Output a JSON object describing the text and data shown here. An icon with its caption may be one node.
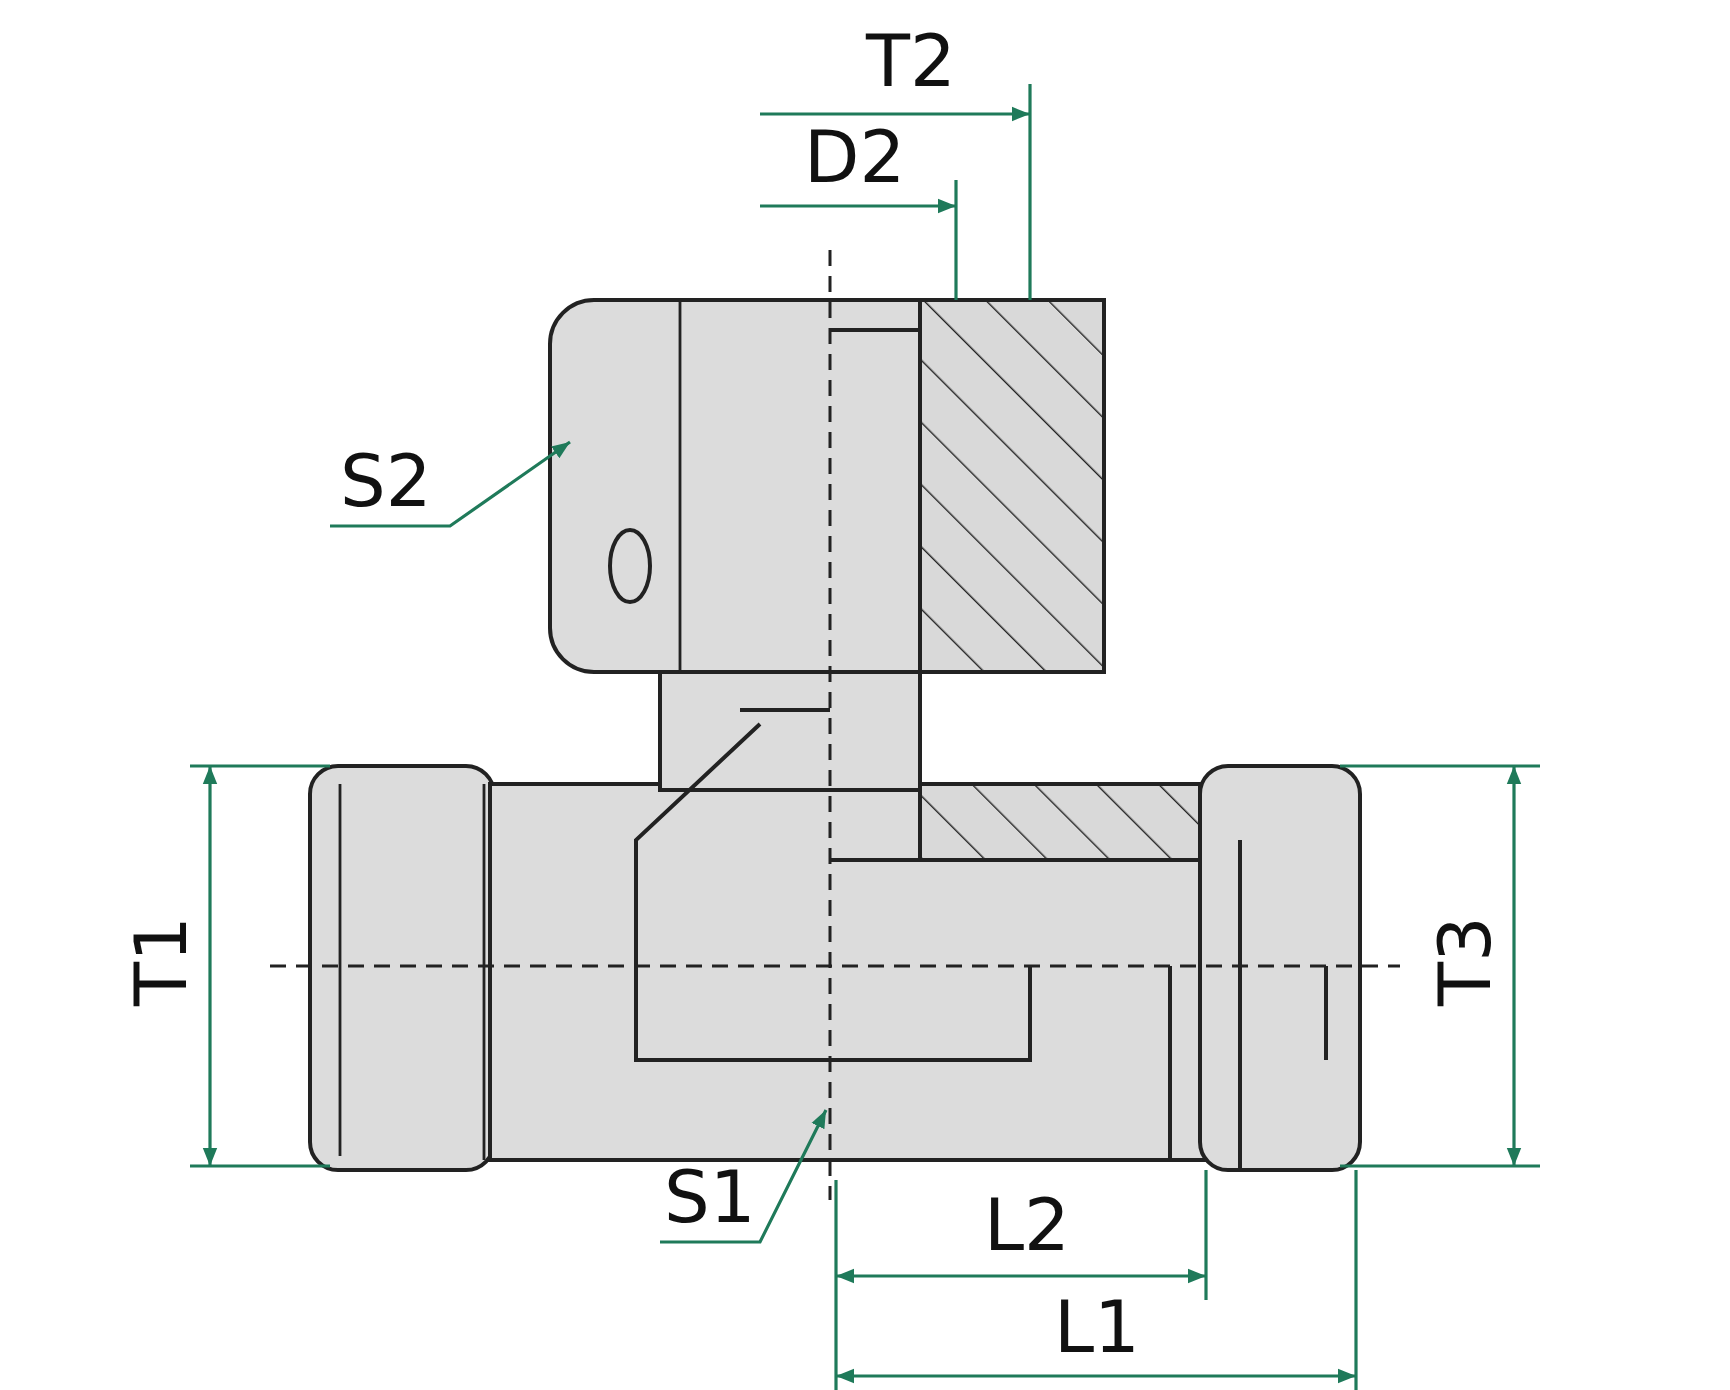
{
  "diagram": {
    "nodes": [
      {
        "text": [
          "S2"
        ]
      },
      {
        "text": [
          "S1"
        ]
      }
    ],
    "edges": [
      {
        "from": 0,
        "to": null,
        "arrow": "to"
      },
      {
        "from": 1,
        "to": null,
        "arrow": "to"
      }
    ],
    "labels": [
      "T2",
      "D2",
      "T1",
      "T3",
      "L2",
      "L1"
    ]
  }
}
